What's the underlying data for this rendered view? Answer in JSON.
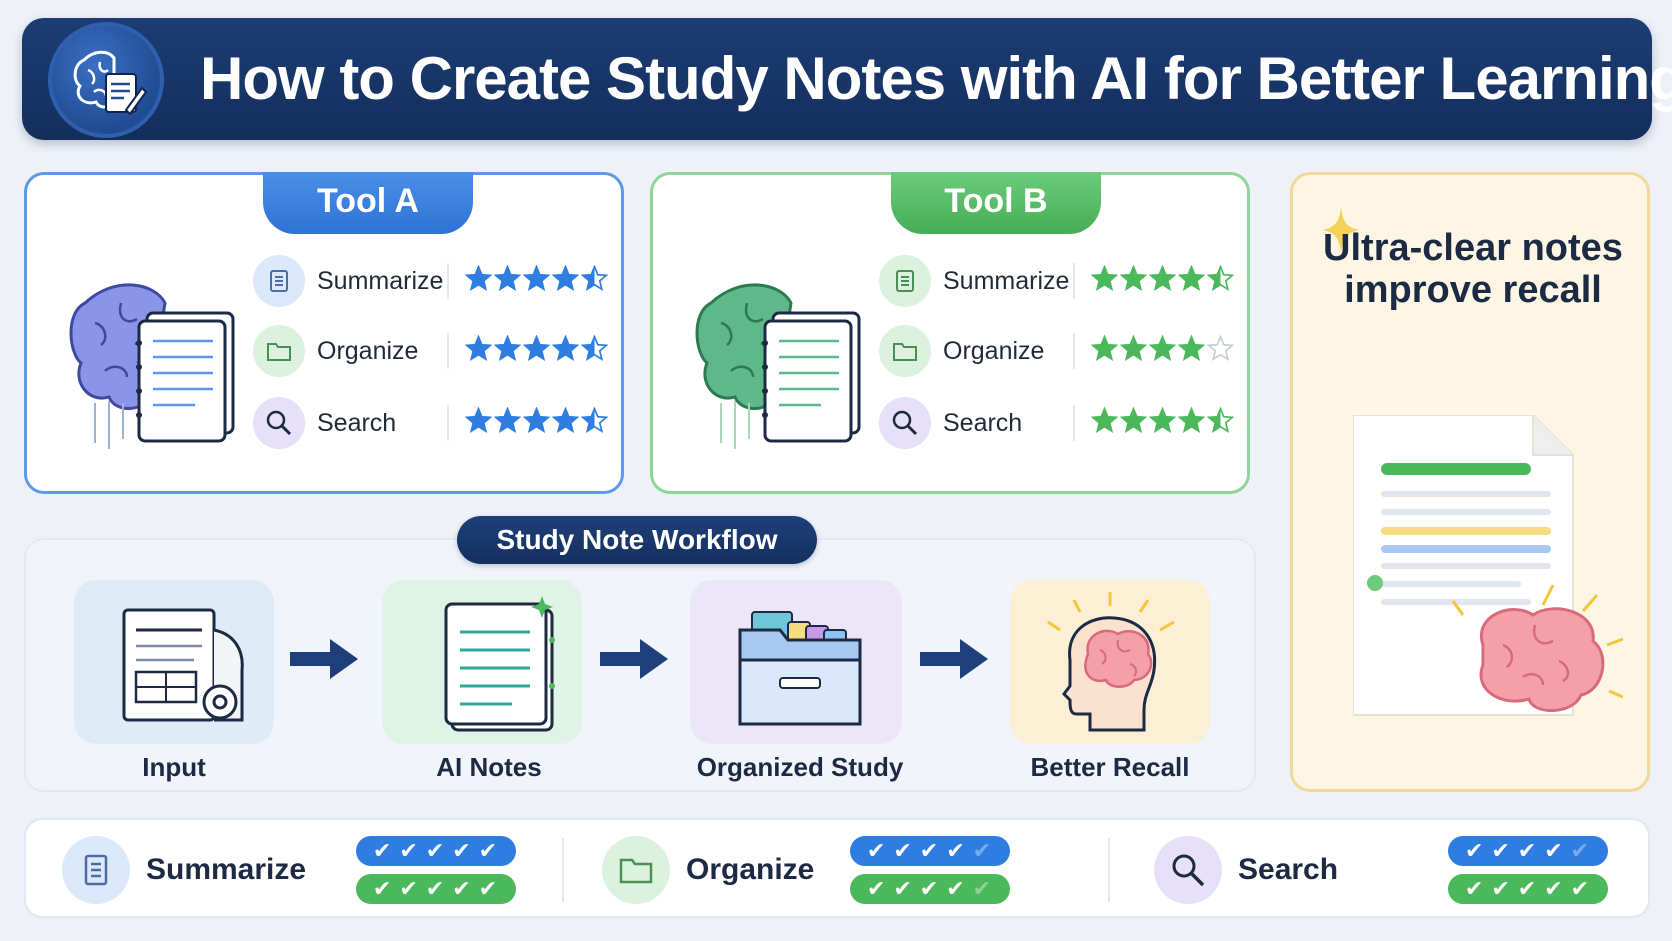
{
  "header": {
    "title": "How to Create Study Notes with AI for Better Learning",
    "logo_icon": "brain-notes-icon"
  },
  "colors": {
    "navy": "#142e5c",
    "tool_a": "#2e74d6",
    "tool_b": "#45ad57",
    "tip_bg": "#fdf6e4",
    "star_blue": "#2f7de0",
    "star_green": "#4cb85c"
  },
  "tools": [
    {
      "name": "Tool A",
      "features": [
        {
          "label": "Summarize",
          "icon": "document-icon",
          "rating": 4.5
        },
        {
          "label": "Organize",
          "icon": "folder-icon",
          "rating": 4.5
        },
        {
          "label": "Search",
          "icon": "search-icon",
          "rating": 4.5
        }
      ]
    },
    {
      "name": "Tool B",
      "features": [
        {
          "label": "Summarize",
          "icon": "document-icon",
          "rating": 4.5
        },
        {
          "label": "Organize",
          "icon": "folder-icon",
          "rating": 4
        },
        {
          "label": "Search",
          "icon": "search-icon",
          "rating": 4.5
        }
      ]
    }
  ],
  "tip": {
    "text": "Ultra-clear notes improve recall"
  },
  "workflow": {
    "title": "Study Note Workflow",
    "steps": [
      {
        "label": "Input",
        "icon": "scanned-document-icon"
      },
      {
        "label": "AI Notes",
        "icon": "notes-icon"
      },
      {
        "label": "Organized Study",
        "icon": "file-folder-icon"
      },
      {
        "label": "Better Recall",
        "icon": "head-brain-icon"
      }
    ]
  },
  "comparison": [
    {
      "label": "Summarize",
      "icon": "document-icon",
      "tool_a_checks": 5,
      "tool_b_checks": 5
    },
    {
      "label": "Organize",
      "icon": "folder-icon",
      "tool_a_checks": 4,
      "tool_b_checks": 4
    },
    {
      "label": "Search",
      "icon": "search-icon",
      "tool_a_checks": 4,
      "tool_b_checks": 5
    }
  ]
}
